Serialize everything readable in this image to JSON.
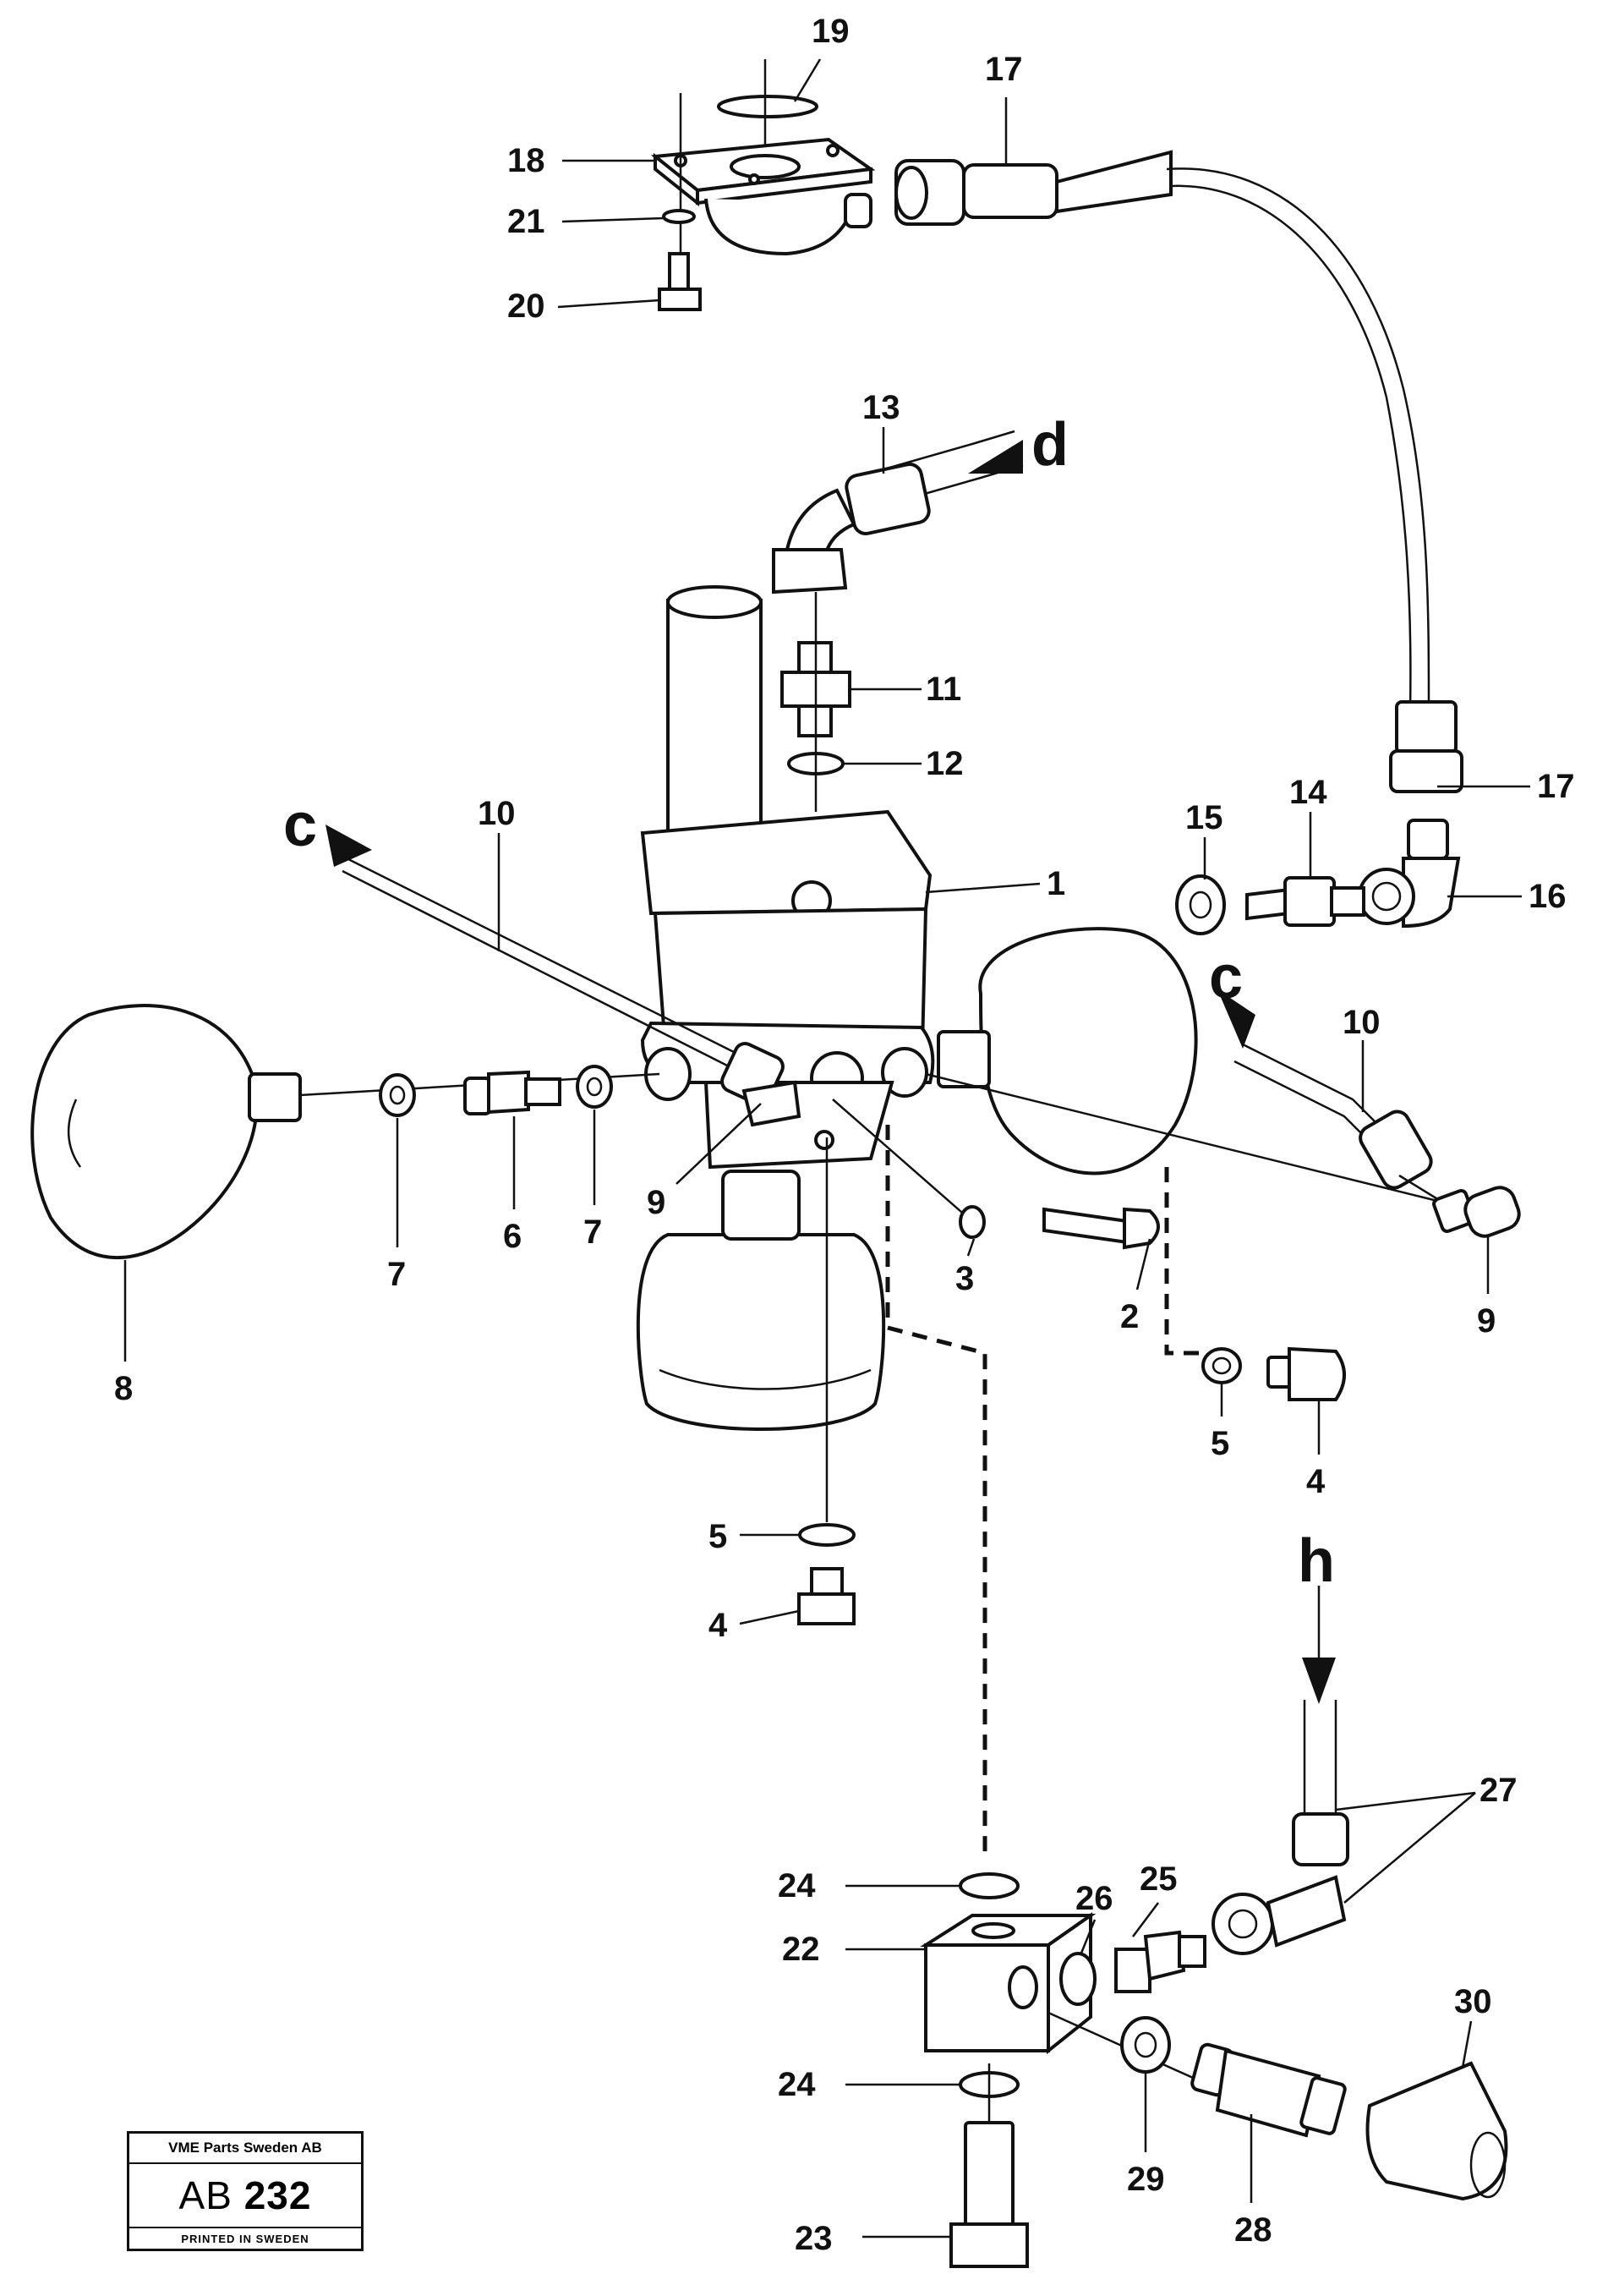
{
  "callouts": {
    "c1": "1",
    "c2": "2",
    "c3": "3",
    "c4a": "4",
    "c4b": "4",
    "c5a": "5",
    "c5b": "5",
    "c6": "6",
    "c7a": "7",
    "c7b": "7",
    "c8": "8",
    "c9a": "9",
    "c9b": "9",
    "c10a": "10",
    "c10b": "10",
    "c11": "11",
    "c12": "12",
    "c13": "13",
    "c14": "14",
    "c15": "15",
    "c16": "16",
    "c17a": "17",
    "c17b": "17",
    "c18": "18",
    "c19": "19",
    "c20": "20",
    "c21": "21",
    "c22": "22",
    "c23": "23",
    "c24a": "24",
    "c24b": "24",
    "c25": "25",
    "c26": "26",
    "c27": "27",
    "c28": "28",
    "c29": "29",
    "c30": "30"
  },
  "flow_markers": {
    "c_left": "c",
    "c_right": "c",
    "d": "d",
    "h": "h"
  },
  "stamp": {
    "company": "VME Parts Sweden AB",
    "code_prefix": "AB",
    "code_number": "232",
    "printed": "PRINTED IN SWEDEN"
  },
  "colors": {
    "ink": "#111111",
    "paper": "#ffffff"
  }
}
